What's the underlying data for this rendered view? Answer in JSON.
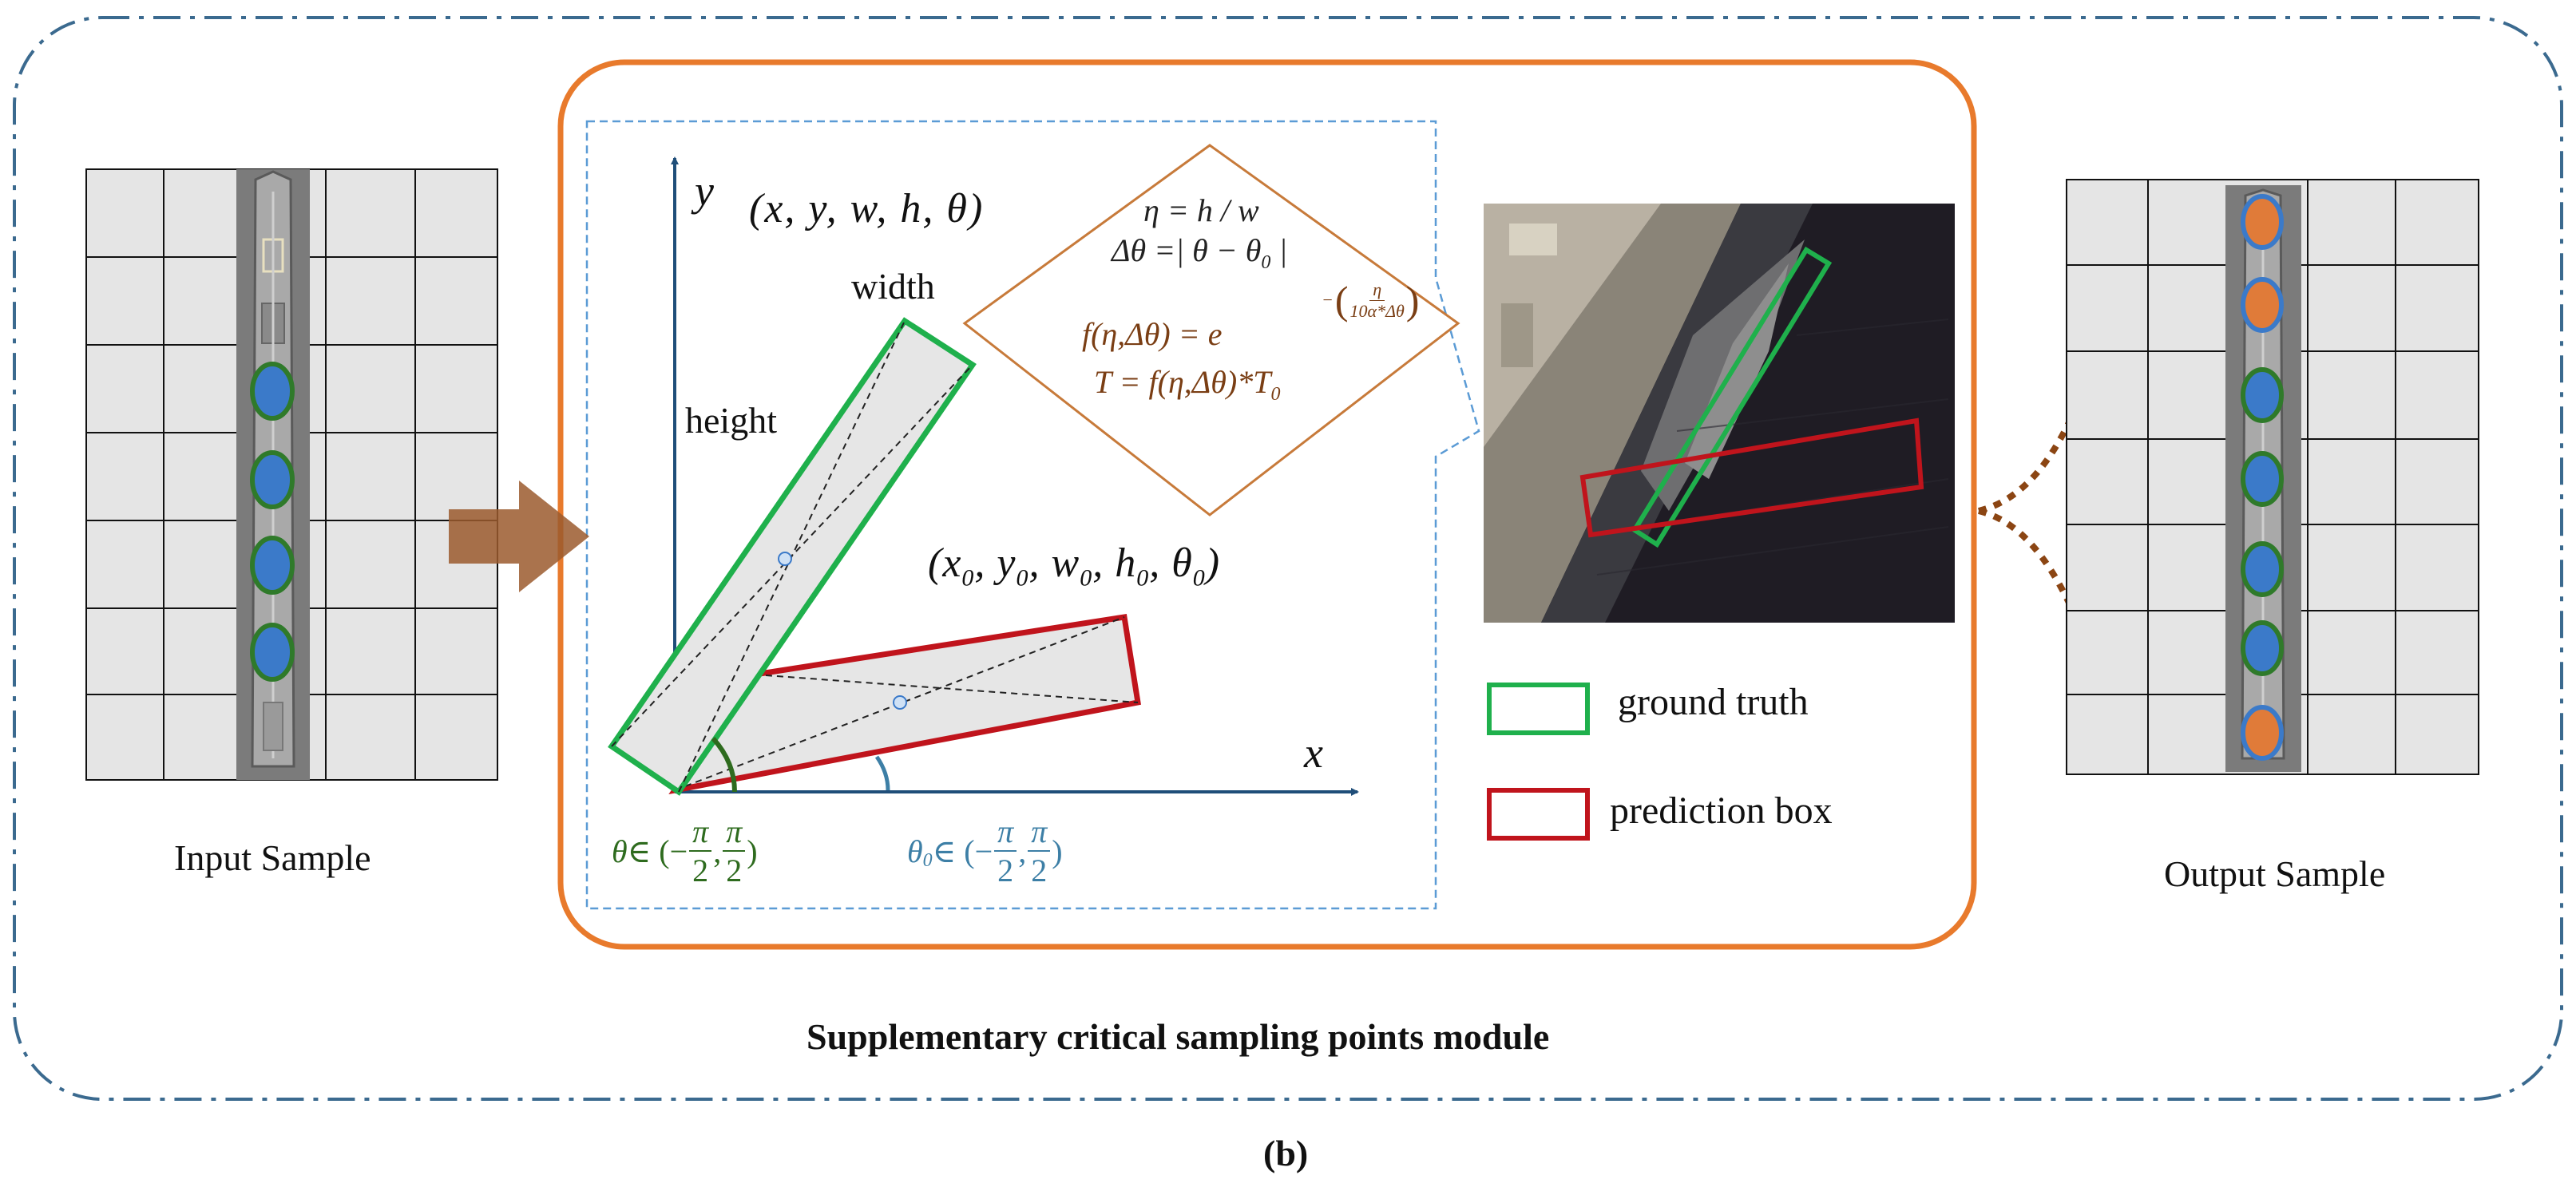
{
  "input_label": "Input Sample",
  "output_label": "Output Sample",
  "module_title": "Supplementary critical sampling points module",
  "panel_label": "(b)",
  "axis": {
    "x": "x",
    "y": "y"
  },
  "gt_params": "(x, y, w, h, θ)",
  "pred_params": {
    "open": "(",
    "x": "x",
    "y": "y",
    "w": "w",
    "h": "h",
    "theta": "θ",
    "sub": "0",
    "close": ")"
  },
  "box_labels": {
    "width": "width",
    "height": "height"
  },
  "formulas": {
    "eta": "η = h / w",
    "delta": "Δθ =| θ − θ",
    "delta_sub": "0",
    "delta_end": " |",
    "f_left": "f(η,Δθ) = e",
    "f_exp_sign": "−",
    "f_exp_num": "η",
    "f_exp_den": "10α*Δθ",
    "t": "T = f(η,Δθ)*T",
    "t_sub": "0"
  },
  "angles": {
    "theta": {
      "sym": "θ",
      "sub": "",
      "in": " ∈ (−",
      "num": "π",
      "den": "2",
      "close": ")",
      "color": "#2e6b1e"
    },
    "theta0": {
      "sym": "θ",
      "sub": "0",
      "in": " ∈ (−",
      "num": "π",
      "den": "2",
      "close": ")",
      "color": "#3d7fa6"
    }
  },
  "legend": [
    {
      "label": "ground truth",
      "color": "#1fb04c"
    },
    {
      "label": "prediction box",
      "color": "#c0141c"
    }
  ],
  "colors": {
    "outer_border": "#3b6a8f",
    "module_border": "#e87a2c",
    "inner_dashed": "#5b9bd5",
    "axes": "#1f4e79",
    "diamond": "#c77a3a",
    "formula_text": "#7a3e14",
    "arrow": "#9b5a2e",
    "grid_fill": "#e5e5e5",
    "point_green": "#2f7a2a",
    "point_blue": "#3b7ac9",
    "point_orange": "#e07b39"
  },
  "icons": [
    "big-right-arrow-icon",
    "dotted-curved-arrow-icon"
  ]
}
